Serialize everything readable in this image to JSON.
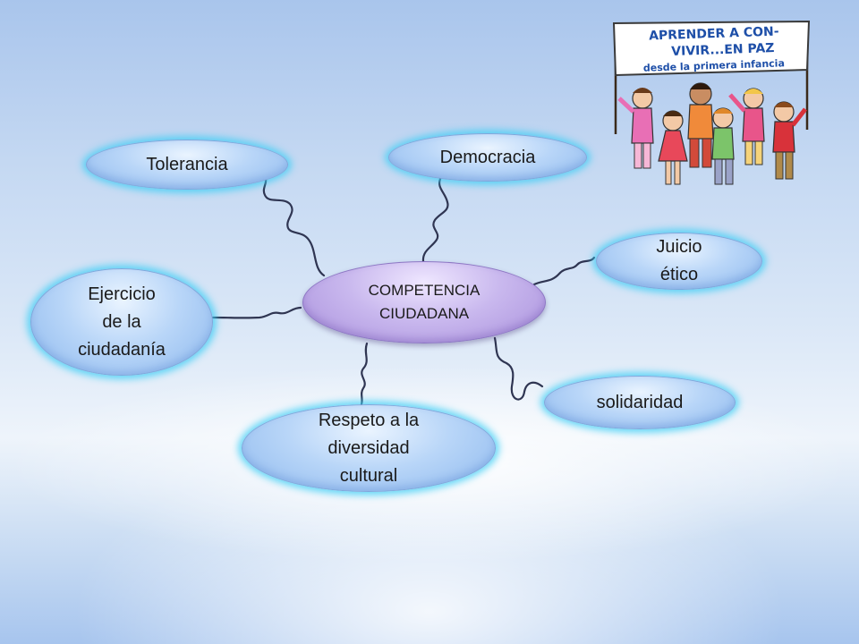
{
  "center": {
    "label": "COMPETENCIA\nCIUDADANA"
  },
  "nodes": [
    {
      "id": "tolerancia",
      "label": "Tolerancia"
    },
    {
      "id": "democracia",
      "label": "Democracia"
    },
    {
      "id": "juicio",
      "label": "Juicio\nético"
    },
    {
      "id": "ejercicio",
      "label": "Ejercicio\nde la\nciudadanía"
    },
    {
      "id": "solidaridad",
      "label": "solidaridad"
    },
    {
      "id": "respeto",
      "label": "Respeto a la\ndiversidad\ncultural"
    }
  ],
  "clipart": {
    "banner_line1": "APRENDER A CON-",
    "banner_line2": "VIVIR...EN PAZ",
    "banner_line3": "desde la primera infancia"
  },
  "colors": {
    "node_glow": "#3ccdf5",
    "node_fill": "#b9d6f8",
    "center_fill": "#c9b8ee",
    "connector": "#2f3552"
  }
}
